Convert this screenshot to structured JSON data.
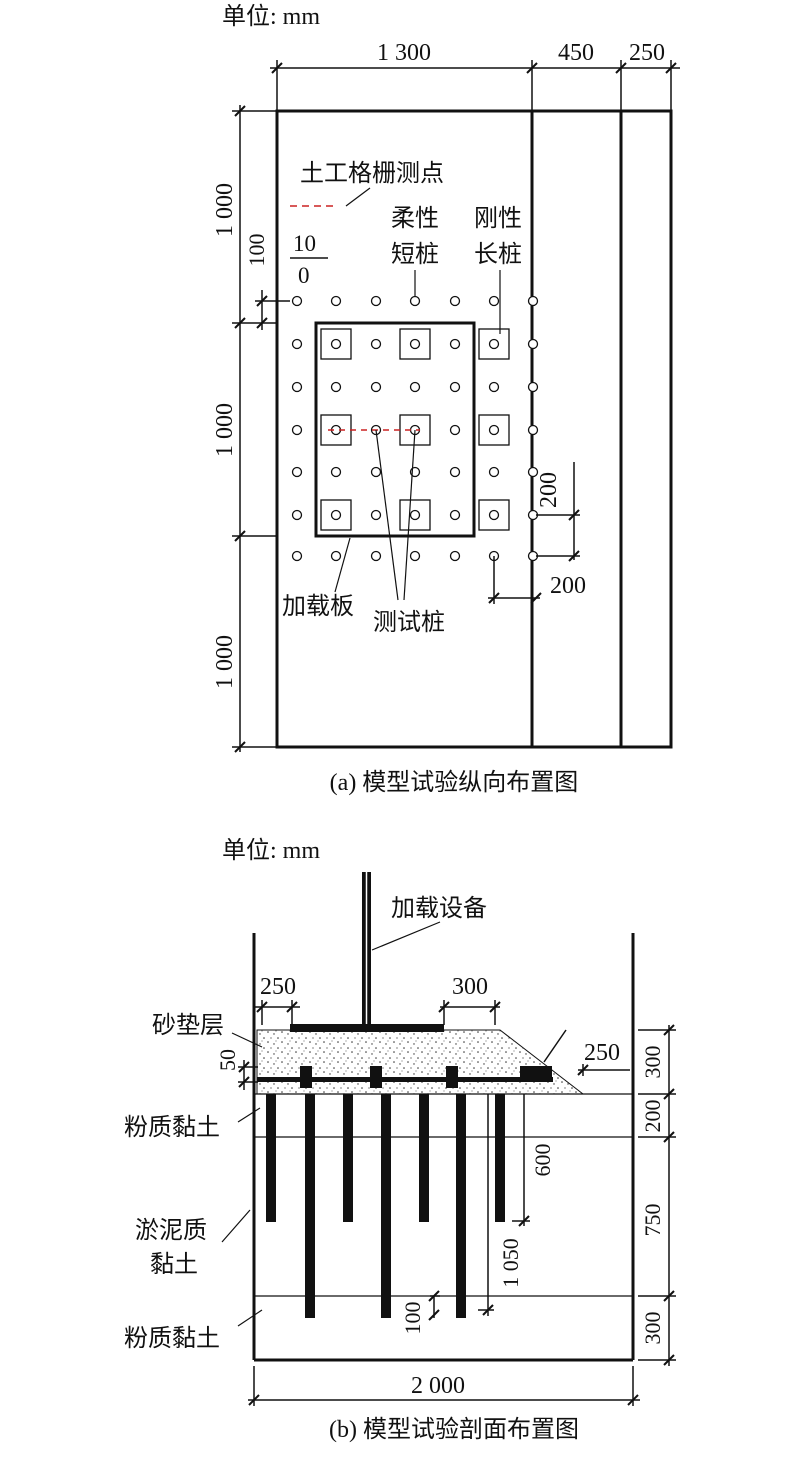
{
  "fig_a": {
    "unit": "单位: mm",
    "dims": {
      "top_1": "1 300",
      "top_2": "450",
      "top_3": "250",
      "left_1": "1 000",
      "left_2": "1 000",
      "left_3": "1 000",
      "left_small": "100",
      "frac_top": "10",
      "frac_bot": "0",
      "dim_200_v": "200",
      "dim_200_h": "200"
    },
    "labels": {
      "geogrid": "土工格栅测点",
      "flex_1": "柔性",
      "flex_2": "短桩",
      "rigid_1": "刚性",
      "rigid_2": "长桩",
      "plate": "加载板",
      "test_pile": "测试桩"
    },
    "caption": "(a) 模型试验纵向布置图"
  },
  "fig_b": {
    "unit": "单位: mm",
    "labels": {
      "equip": "加载设备",
      "sand": "砂垫层",
      "silty_clay_1": "粉质黏土",
      "mud_1": "淤泥质",
      "mud_2": "黏土",
      "silty_clay_2": "粉质黏土"
    },
    "dims": {
      "d250_left": "250",
      "d300_top": "300",
      "d250_right": "250",
      "d50": "50",
      "r300": "300",
      "r200": "200",
      "r750": "750",
      "r300b": "300",
      "d600": "600",
      "d1050": "1 050",
      "d100": "100",
      "d2000": "2 000"
    },
    "caption": "(b) 模型试验剖面布置图"
  },
  "colors": {
    "ink": "#111111",
    "geogrid": "#cc2222"
  }
}
